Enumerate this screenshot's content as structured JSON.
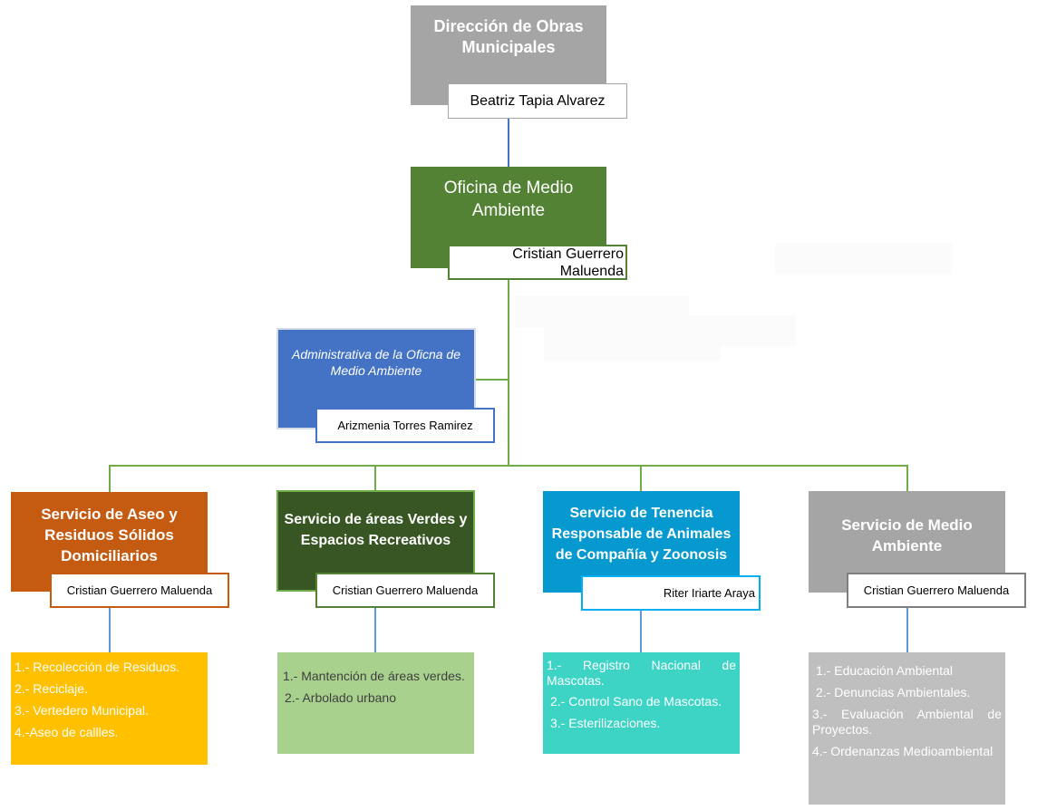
{
  "direccion": {
    "title": "Dirección de Obras Municipales",
    "name": "Beatriz Tapia Alvarez"
  },
  "oficina": {
    "title": "Oficina de Medio Ambiente",
    "name": "Cristian Guerrero Maluenda"
  },
  "administrativa": {
    "title": "Administrativa de la Oficna de Medio Ambiente",
    "name": "Arizmenia Torres Ramirez"
  },
  "services": [
    {
      "title": "Servicio de Aseo y Residuos Sólidos Domiciliarios",
      "name": "Cristian Guerrero Maluenda",
      "items": [
        "1.- Recolección de Residuos.",
        "2.- Reciclaje.",
        "3.- Vertedero Municipal.",
        "4.-Aseo de callles."
      ]
    },
    {
      "title": "Servicio de áreas Verdes y Espacios Recreativos",
      "name": "Cristian Guerrero Maluenda",
      "items": [
        "1.- Mantención de áreas verdes.",
        "2.- Arbolado urbano"
      ]
    },
    {
      "title": "Servicio de Tenencia Responsable de Animales de Compañía y Zoonosis",
      "name": "Riter Iriarte Araya",
      "items": [
        "1.- Registro Nacional de Mascotas.",
        "2.- Control Sano de Mascotas.",
        "3.- Esterilizaciones."
      ]
    },
    {
      "title": "Servicio de Medio Ambiente",
      "name": "Cristian Guerrero Maluenda",
      "items": [
        "1.- Educación Ambiental",
        "2.- Denuncias Ambientales.",
        "3.- Evaluación Ambiental de Proyectos.",
        "4.- Ordenanzas Medioambiental"
      ]
    }
  ],
  "colors": {
    "direccion": "#a5a5a5",
    "oficina": "#548235",
    "administrativa": "#4472c4",
    "aseo": "#c55a11",
    "areas": "#375623",
    "tenencia": "#0599d0",
    "medio": "#a5a5a5",
    "aseo_list": "#ffc000",
    "areas_list": "#a9d18e",
    "tenencia_list": "#3dd4c6",
    "medio_list": "#bfbfbf",
    "connector_blue": "#4472c4",
    "connector_green": "#70ad47",
    "connector_lightblue": "#5b9bd5"
  }
}
